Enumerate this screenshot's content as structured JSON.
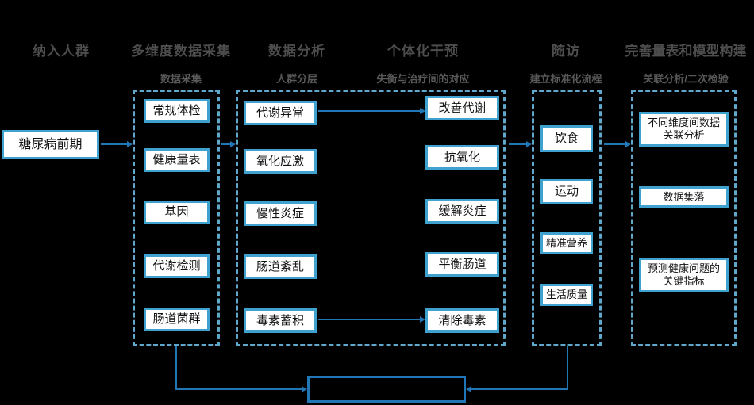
{
  "colors": {
    "bg": "#000000",
    "header_gray": "#4d4d4d",
    "subtitle_gray": "#595959",
    "node_border": "#3fa2ce",
    "node_fill": "#ffffff",
    "dashed_blue": "#5fa8cb",
    "arrow_blue": "#2176b5",
    "node_text": "#111111"
  },
  "entry": {
    "label": "糖尿病前期"
  },
  "columns": [
    {
      "title": "纳入人群",
      "subtitle": ""
    },
    {
      "title": "多维度数据采集",
      "subtitle": "数据采集",
      "boxes": [
        {
          "label": "常规体检"
        },
        {
          "label": "健康量表"
        },
        {
          "label": "基因"
        },
        {
          "label": "代谢检测"
        },
        {
          "label": "肠道菌群"
        }
      ]
    },
    {
      "title": "数据分析",
      "subtitle": "人群分层",
      "boxes": [
        {
          "label": "代谢异常"
        },
        {
          "label": "氧化应激"
        },
        {
          "label": "慢性炎症"
        },
        {
          "label": "肠道紊乱"
        },
        {
          "label": "毒素蓄积"
        }
      ]
    },
    {
      "title": "个体化干预",
      "subtitle": "失衡与治疗间的对应",
      "boxes": [
        {
          "label": "改善代谢"
        },
        {
          "label": "抗氧化"
        },
        {
          "label": "缓解炎症"
        },
        {
          "label": "平衡肠道"
        },
        {
          "label": "清除毒素"
        }
      ]
    },
    {
      "title": "随访",
      "subtitle": "建立标准化流程",
      "boxes": [
        {
          "label": "饮食"
        },
        {
          "label": "运动"
        },
        {
          "label": "精准营养"
        },
        {
          "label": "生活质量"
        }
      ]
    },
    {
      "title": "完善量表和模型构建",
      "subtitle": "关联分析/二次检验",
      "boxes": [
        {
          "label": "不同维度间数据",
          "label2": "关联分析"
        },
        {
          "label": "数据集落"
        },
        {
          "label": "预测健康问题的",
          "label2": "关键指标"
        }
      ]
    }
  ],
  "bottom_box": {
    "label": ""
  }
}
